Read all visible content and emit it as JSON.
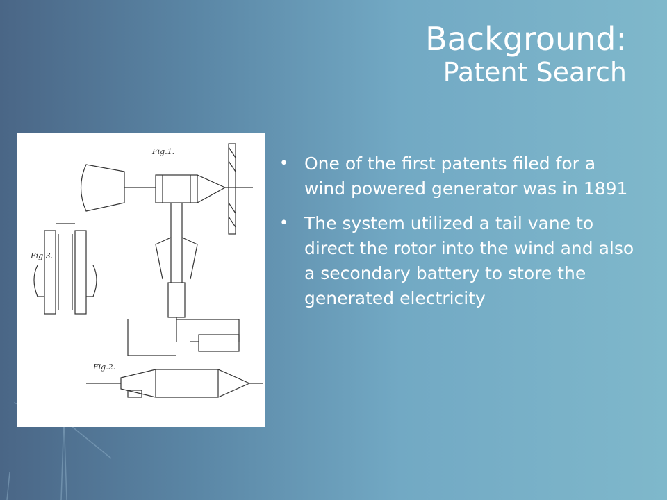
{
  "slide": {
    "title": "Background:",
    "subtitle": "Patent Search",
    "figure": {
      "labels": [
        "Fig.1.",
        "Fig.3.",
        "Fig.2."
      ]
    },
    "bullets": [
      "One of the first patents filed for a wind powered generator was in 1891",
      "The system utilized a tail vane to direct the rotor into the wind and also a secondary battery to store the generated electricity"
    ]
  },
  "colors": {
    "background_left": "#4a6686",
    "background_right": "#7fb8cb",
    "text": "#ffffff",
    "figure_background": "#ffffff",
    "figure_ink": "#333333"
  },
  "icons": [
    "bullet-dot-icon"
  ]
}
